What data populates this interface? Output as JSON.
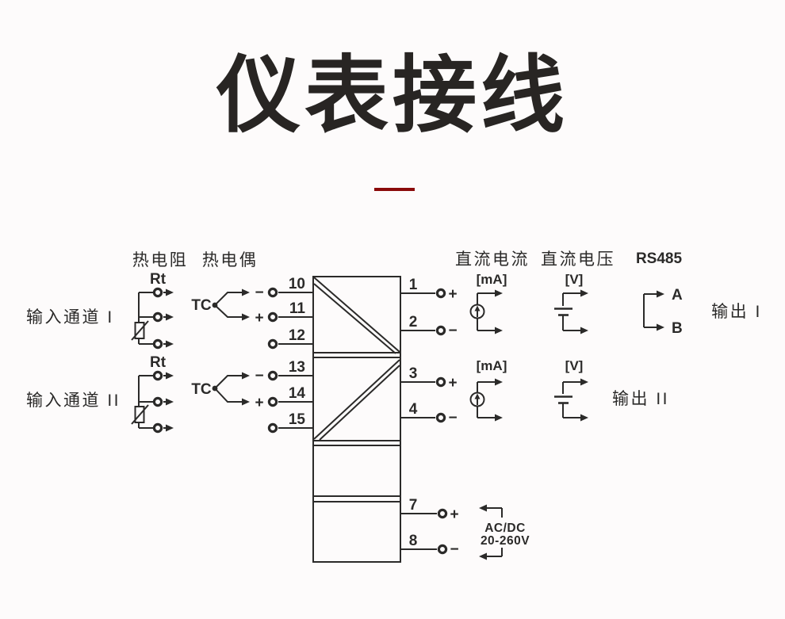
{
  "title": "仪表接线",
  "colors": {
    "line": "#2b2a29",
    "accent_red": "#8a0a0a",
    "background": "#fdfbfb",
    "title_text": "#282523"
  },
  "diagram": {
    "headers": {
      "rtd": "热电阻",
      "thermocouple": "热电偶",
      "dc_current": "直流电流",
      "dc_voltage": "直流电压",
      "rs485": "RS485"
    },
    "ch1": {
      "label": "输入通道 I",
      "rt": "Rt",
      "tc": "TC",
      "minus": "−",
      "plus": "+",
      "terminals": [
        "10",
        "11",
        "12"
      ]
    },
    "ch2": {
      "label": "输入通道 II",
      "rt": "Rt",
      "tc": "TC",
      "minus": "−",
      "plus": "+",
      "terminals": [
        "13",
        "14",
        "15"
      ]
    },
    "out1": {
      "label": "输出 I",
      "unit_current": "[mA]",
      "unit_voltage": "[V]",
      "rs485_a": "A",
      "rs485_b": "B",
      "terminals": [
        "1",
        "2"
      ],
      "plus": "+",
      "minus": "−"
    },
    "out2": {
      "label": "输出 II",
      "unit_current": "[mA]",
      "unit_voltage": "[V]",
      "terminals": [
        "3",
        "4"
      ],
      "plus": "+",
      "minus": "−"
    },
    "power": {
      "terminals": [
        "7",
        "8"
      ],
      "plus": "+",
      "minus": "−",
      "line1": "AC/DC",
      "line2": "20-260V"
    }
  }
}
